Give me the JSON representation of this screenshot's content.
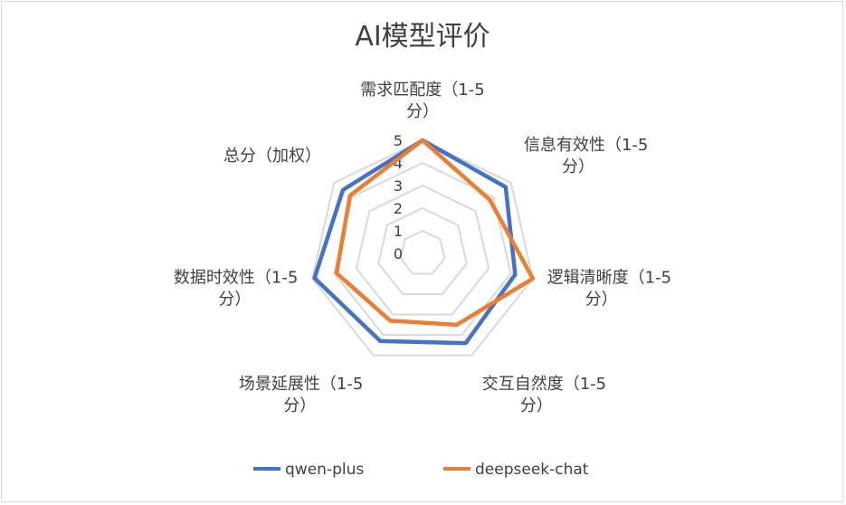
{
  "chart_data": {
    "type": "radar",
    "title": "AI模型评价",
    "axes": [
      {
        "line1": "需求匹配度（1-5",
        "line2": "分）"
      },
      {
        "line1": "信息有效性（1-5",
        "line2": "分）"
      },
      {
        "line1": "逻辑清晰度（1-5",
        "line2": "分）"
      },
      {
        "line1": "交互自然度（1-5",
        "line2": "分）"
      },
      {
        "line1": "场景延展性（1-5",
        "line2": "分）"
      },
      {
        "line1": "数据时效性（1-5",
        "line2": "分）"
      },
      {
        "line1": "总分（加权）",
        "line2": ""
      }
    ],
    "scale": {
      "min": 0,
      "max": 5,
      "ticks": [
        "0",
        "1",
        "2",
        "3",
        "4",
        "5"
      ]
    },
    "series": [
      {
        "name": "qwen-plus",
        "color": "#4472C4",
        "values": [
          5,
          4.7,
          4.2,
          4.4,
          4.3,
          4.9,
          4.5
        ]
      },
      {
        "name": "deepseek-chat",
        "color": "#ED7D31",
        "values": [
          5,
          3.8,
          5,
          3.5,
          3.3,
          3.9,
          4.1
        ]
      }
    ],
    "grid": true,
    "legend": "bottom"
  }
}
